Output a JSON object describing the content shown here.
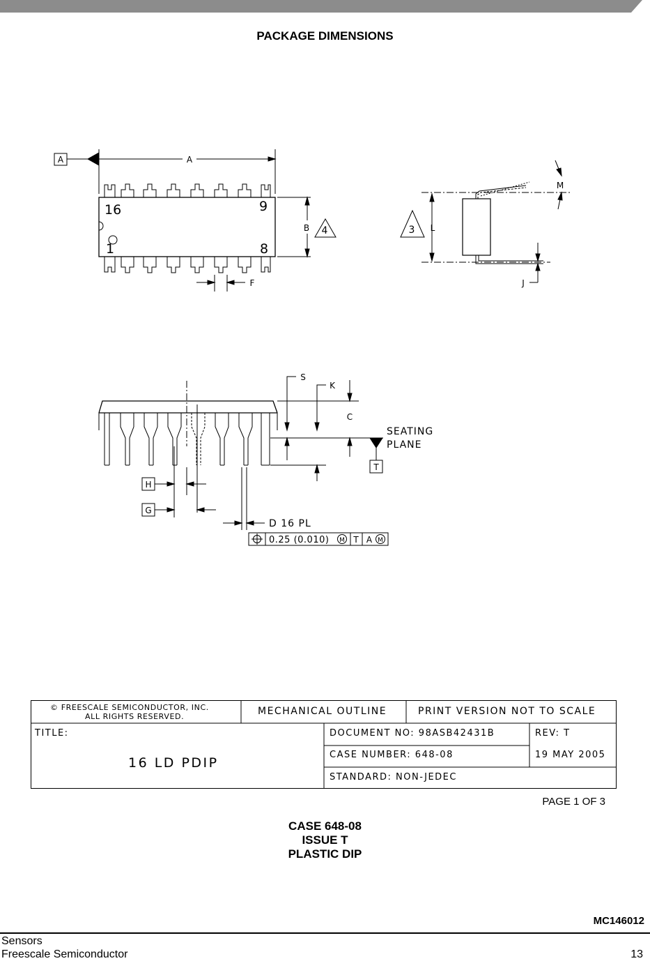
{
  "page_title": "PACKAGE DIMENSIONS",
  "top_view": {
    "datum_a": "A",
    "dim_a": "A",
    "dim_b": "B",
    "dim_f": "F",
    "pin_16": "16",
    "pin_9": "9",
    "pin_1": "1",
    "pin_8": "8",
    "note_4": "4"
  },
  "end_view": {
    "dim_l": "L",
    "dim_m": "M",
    "dim_j": "J",
    "note_3": "3"
  },
  "side_view": {
    "dim_s": "S",
    "dim_k": "K",
    "dim_c": "C",
    "seating_line1": "SEATING",
    "seating_line2": "PLANE",
    "datum_t": "T",
    "dim_h": "H",
    "dim_g": "G",
    "dim_d": "D 16 PL",
    "fcf_tolerance": "0.25 (0.010)",
    "fcf_mod1": "M",
    "fcf_datum_t": "T",
    "fcf_datum_a": "A",
    "fcf_mod2": "M"
  },
  "title_block": {
    "copyright_line1": "© FREESCALE SEMICONDUCTOR, INC.",
    "copyright_line2": "ALL RIGHTS RESERVED.",
    "mechanical_outline": "MECHANICAL OUTLINE",
    "print_version": "PRINT VERSION NOT TO SCALE",
    "title_label": "TITLE:",
    "title_value": "16 LD PDIP",
    "document_no": "DOCUMENT NO: 98ASB42431B",
    "rev": "REV: T",
    "case_number": "CASE NUMBER: 648-08",
    "date": "19 MAY 2005",
    "standard": "STANDARD: NON-JEDEC"
  },
  "page_of": "PAGE 1 OF 3",
  "caption": {
    "case": "CASE 648-08",
    "issue": "ISSUE T",
    "package": "PLASTIC DIP"
  },
  "part_number": "MC146012",
  "footer": {
    "category": "Sensors",
    "company": "Freescale Semiconductor",
    "page_number": "13"
  }
}
